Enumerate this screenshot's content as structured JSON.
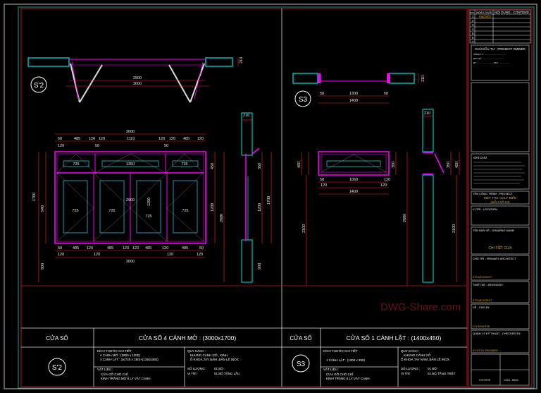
{
  "window_s2": {
    "tag": "S'2",
    "category": "CỬA SỔ",
    "title": "CỬA SỔ 4 CÁNH MỞ : (3000x1700)",
    "detail_heading": "KÍCH THƯỚC CHI TIẾT",
    "detail_lines": [
      "4 CÁNH MỞ : (2900 x 1200)",
      "3 CÁNH LẬT : 2x(725 x 350)+(1350x350)"
    ],
    "material_heading": "VẬT LIỆU :",
    "material_lines": [
      "CỬA GỖ CHÒ CHỈ",
      "KÍNH TRẮNG MỜ 8 LY VÁT CẠNH"
    ],
    "spec_heading": "QUY CÁCH :",
    "spec_lines": [
      "KHUNG CÁNH GỖ , KÍNH",
      "Ổ KHOÁ,TAY NẮM ,BẢN LỀ INOX"
    ],
    "quantity_label": "SỐ LƯỢNG :",
    "quantity": "01 BỘ",
    "location_label": "VỊ TRÍ :",
    "location": "01 BỘ TẦNG LẦU",
    "plan_dims": [
      "2900",
      "3000",
      "210"
    ],
    "top_dims": [
      "3000",
      "50",
      "485",
      "120",
      "120",
      "1110",
      "120",
      "120",
      "485",
      "120",
      "50",
      "120",
      "50",
      "50"
    ],
    "pane_labels": [
      "725",
      "1350",
      "725",
      "725",
      "725",
      "725",
      "725",
      "2900",
      "1200"
    ],
    "left_dims": [
      "1700",
      "940",
      "50",
      "120",
      "110",
      "50",
      "120",
      "900",
      "120",
      "50"
    ],
    "right_dims": [
      "450",
      "1200",
      "2600"
    ],
    "bottom_dims": [
      "50",
      "485",
      "120",
      "485",
      "120",
      "120",
      "485",
      "120",
      "485",
      "50",
      "120",
      "120",
      "120",
      "120",
      "3000"
    ],
    "section_dims": [
      "210",
      "50",
      "350",
      "50",
      "1700",
      "1200",
      "900",
      "50",
      "160",
      "210"
    ]
  },
  "window_s3": {
    "tag": "S3",
    "category": "CỬA SỔ",
    "title": "CỬA SỔ 1 CÁNH LẬT : (1400x450)",
    "detail_heading": "KÍCH THƯỚC CHI TIẾT",
    "detail_lines": [
      "1 CÁNH LẬT : (1300 x 350)"
    ],
    "material_heading": "VẬT LIỆU :",
    "material_lines": [
      "CỬA GỖ CHÒ CHỈ",
      "KÍNH TRẮNG 8 LY VÁT CẠNH"
    ],
    "spec_heading": "QUY CÁCH :",
    "spec_lines": [
      "KHUNG CÁNH GỖ",
      "Ổ KHOÁ,TAY NẮM ,BẢN LỀ INOX"
    ],
    "quantity_label": "SỐ LƯỢNG :",
    "quantity": "01 BỘ",
    "location_label": "VỊ TRÍ :",
    "location": "01 BỘ TẦNG TRỆT",
    "plan_dims": [
      "50",
      "1300",
      "50",
      "1400",
      "210"
    ],
    "elev_dims": [
      "450",
      "50",
      "120",
      "120",
      "50",
      "350",
      "50",
      "1060",
      "50",
      "120",
      "120",
      "1400",
      "2100",
      "2600"
    ],
    "section_dims": [
      "210",
      "50",
      "350",
      "50",
      "450",
      "2100",
      "2600"
    ]
  },
  "title_block": {
    "revision_header": [
      "STT",
      "NGÀY-DATE",
      "NỘI DUNG - CONTEND"
    ],
    "revision_rows": [
      [
        "1",
        "/04/2007",
        ""
      ],
      [
        "2",
        "",
        ""
      ],
      [
        "3",
        "",
        ""
      ],
      [
        "4",
        "",
        ""
      ],
      [
        "5",
        "",
        ""
      ],
      [
        "6",
        "",
        ""
      ],
      [
        "7",
        "",
        ""
      ]
    ],
    "owner_label": "CHỦ ĐẦU TƯ - PROJECT OWNER",
    "owner_lines": [
      "CÔNG TY : ....................................",
      "ĐỊA CHỈ : ....................................",
      "ĐT : .......................... FAX : ................"
    ],
    "notes_label": "GHI CHÚ",
    "project_label": "TÊN CÔNG TRÌNH - PROJECT",
    "project_name": "BIỆT THỰ GOLF BIỂN",
    "project_sub": "(MẪU SỐ 04)",
    "location_label": "VỊ TRÍ - LOCATION",
    "drawing_label": "TÊN BẢN VẼ - DRAWING NAME",
    "drawing_name": "CHI TIẾT CỬA",
    "architect_label": "CHỦ TRÌ - PRIMARY ARCHITECT",
    "architect_name": "KTS ARCHITECT",
    "design_label": "THIẾT KẾ - DESIGN BY",
    "design_name": "KTS ARCHITECT",
    "cad_label": "VẼ - CAD BY",
    "cad_name": "KTV DRAFTER",
    "checked_label": "QUẢN LÝ KỸ THUẬT - CHECKED BY",
    "checked_name": "KS KỸ SƯ ENGINEER",
    "date": "04/2008",
    "sheet": "CỬA - S3/10"
  },
  "watermark": "DWG-Share.com",
  "colors": {
    "frame": "#ff00ff",
    "wall": "#00e5e5",
    "glass": "#2a8fb0",
    "dimension": "#ff2020",
    "border_red": "#c01818",
    "border_cyan": "#1a9a9a",
    "text_yellow": "#e0b020"
  }
}
